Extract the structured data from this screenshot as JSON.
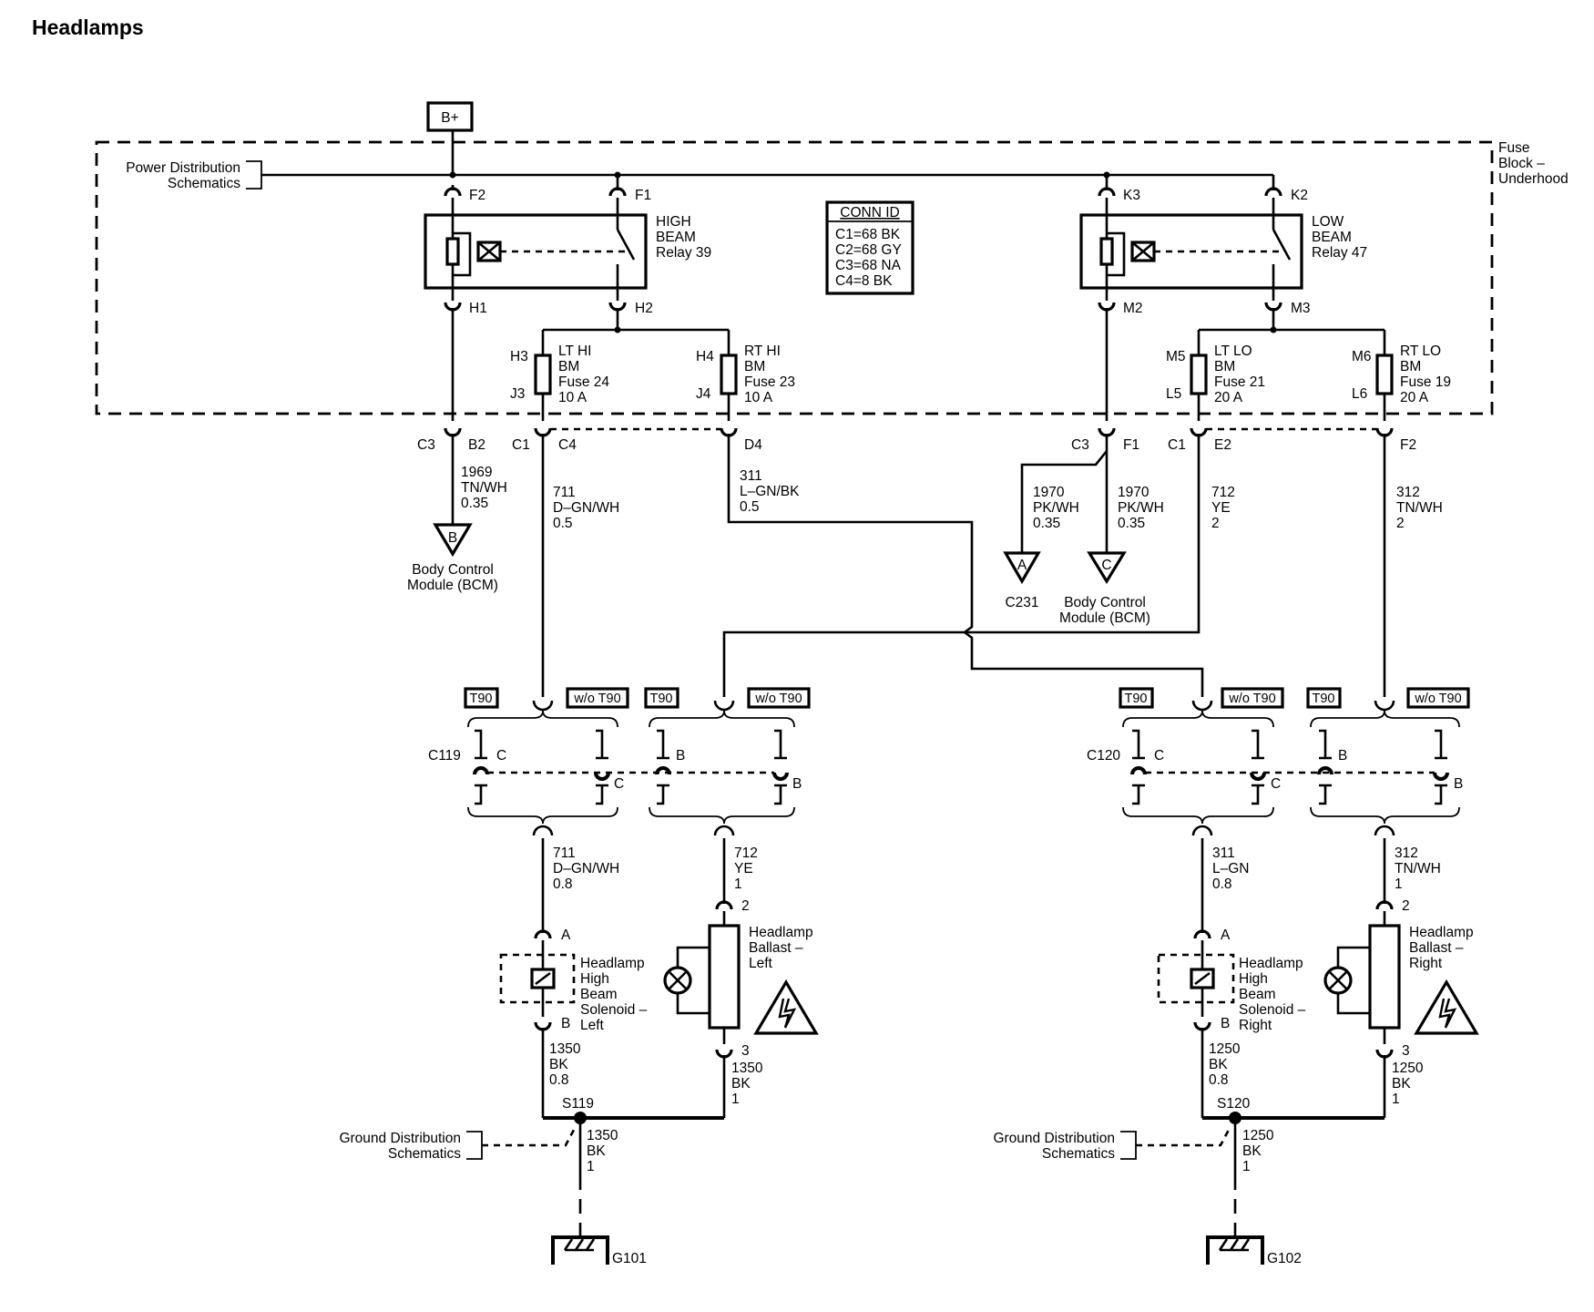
{
  "title": "Headlamps",
  "battery": "B+",
  "fuse_block": {
    "l1": "Fuse",
    "l2": "Block –",
    "l3": "Underhood"
  },
  "power_dist": {
    "l1": "Power Distribution",
    "l2": "Schematics"
  },
  "ground_dist": {
    "l1": "Ground Distribution",
    "l2": "Schematics"
  },
  "conn_id": {
    "title": "CONN ID",
    "c1": "C1=68 BK",
    "c2": "C2=68 GY",
    "c3": "C3=68 NA",
    "c4": "C4=8 BK"
  },
  "relays": {
    "high": {
      "l1": "HIGH",
      "l2": "BEAM",
      "l3": "Relay 39",
      "pins": [
        "F2",
        "F1",
        "H1",
        "H2"
      ]
    },
    "low": {
      "l1": "LOW",
      "l2": "BEAM",
      "l3": "Relay 47",
      "pins": [
        "K3",
        "K2",
        "M2",
        "M3"
      ]
    }
  },
  "fuses": {
    "lt_hi": {
      "l1": "LT HI",
      "l2": "BM",
      "l3": "Fuse 24",
      "l4": "10 A",
      "top": "H3",
      "bot": "J3"
    },
    "rt_hi": {
      "l1": "RT HI",
      "l2": "BM",
      "l3": "Fuse 23",
      "l4": "10 A",
      "top": "H4",
      "bot": "J4"
    },
    "lt_lo": {
      "l1": "LT LO",
      "l2": "BM",
      "l3": "Fuse 21",
      "l4": "20 A",
      "top": "M5",
      "bot": "L5"
    },
    "rt_lo": {
      "l1": "RT LO",
      "l2": "BM",
      "l3": "Fuse 19",
      "l4": "20 A",
      "top": "M6",
      "bot": "L6"
    }
  },
  "connectors": {
    "c3": "C3",
    "b2": "B2",
    "c1": "C1",
    "c4": "C4",
    "d4": "D4",
    "c3r": "C3",
    "f1": "F1",
    "c1r": "C1",
    "e2": "E2",
    "f2": "F2"
  },
  "wires": {
    "w1969": {
      "n": "1969",
      "c": "TN/WH",
      "s": "0.35"
    },
    "w711": {
      "n": "711",
      "c": "D–GN/WH",
      "s": "0.5"
    },
    "w311": {
      "n": "311",
      "c": "L–GN/BK",
      "s": "0.5"
    },
    "w1970a": {
      "n": "1970",
      "c": "PK/WH",
      "s": "0.35"
    },
    "w1970b": {
      "n": "1970",
      "c": "PK/WH",
      "s": "0.35"
    },
    "w712": {
      "n": "712",
      "c": "YE",
      "s": "2"
    },
    "w312": {
      "n": "312",
      "c": "TN/WH",
      "s": "2"
    },
    "w711b": {
      "n": "711",
      "c": "D–GN/WH",
      "s": "0.8"
    },
    "w712b": {
      "n": "712",
      "c": "YE",
      "s": "1"
    },
    "w311b": {
      "n": "311",
      "c": "L–GN",
      "s": "0.8"
    },
    "w312b": {
      "n": "312",
      "c": "TN/WH",
      "s": "1"
    },
    "w1350a": {
      "n": "1350",
      "c": "BK",
      "s": "0.8"
    },
    "w1350b": {
      "n": "1350",
      "c": "BK",
      "s": "1"
    },
    "w1350c": {
      "n": "1350",
      "c": "BK",
      "s": "1"
    },
    "w1250a": {
      "n": "1250",
      "c": "BK",
      "s": "0.8"
    },
    "w1250b": {
      "n": "1250",
      "c": "BK",
      "s": "1"
    },
    "w1250c": {
      "n": "1250",
      "c": "BK",
      "s": "1"
    }
  },
  "offpage": {
    "b": {
      "letter": "B",
      "l1": "Body Control",
      "l2": "Module (BCM)"
    },
    "a": {
      "letter": "A",
      "l1": "C231"
    },
    "c": {
      "letter": "C",
      "l1": "Body Control",
      "l2": "Module (BCM)"
    }
  },
  "options": {
    "t90": "T90",
    "wo_t90": "w/o T90"
  },
  "inline": {
    "c119": "C119",
    "c120": "C120",
    "pin_c": "C",
    "pin_b": "B"
  },
  "devices": {
    "sol_left": {
      "l1": "Headlamp",
      "l2": "High",
      "l3": "Beam",
      "l4": "Solenoid –",
      "l5": "Left",
      "pa": "A",
      "pb": "B"
    },
    "sol_right": {
      "l1": "Headlamp",
      "l2": "High",
      "l3": "Beam",
      "l4": "Solenoid –",
      "l5": "Right",
      "pa": "A",
      "pb": "B"
    },
    "bal_left": {
      "l1": "Headlamp",
      "l2": "Ballast –",
      "l3": "Left",
      "p2": "2",
      "p3": "3"
    },
    "bal_right": {
      "l1": "Headlamp",
      "l2": "Ballast –",
      "l3": "Right",
      "p2": "2",
      "p3": "3"
    }
  },
  "splices": {
    "s119": "S119",
    "s120": "S120"
  },
  "grounds": {
    "g101": "G101",
    "g102": "G102"
  }
}
